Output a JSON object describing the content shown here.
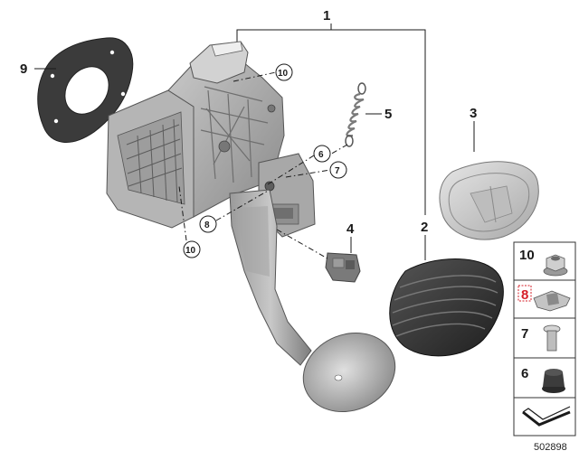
{
  "diagram": {
    "callouts": {
      "c1": "1",
      "c2": "2",
      "c3": "3",
      "c4": "4",
      "c5": "5",
      "c6": "6",
      "c7": "7",
      "c8": "8",
      "c9": "9",
      "c10a": "10",
      "c10b": "10"
    },
    "legend": {
      "items": [
        {
          "number": "10",
          "icon": "flange-nut-icon"
        },
        {
          "number": "8",
          "icon": "clip-icon",
          "highlight_color": "#d6202a"
        },
        {
          "number": "7",
          "icon": "bolt-icon"
        },
        {
          "number": "6",
          "icon": "rubber-buffer-icon"
        }
      ],
      "footer_icon": "arrow-icon"
    },
    "diagram_code": "502898"
  }
}
